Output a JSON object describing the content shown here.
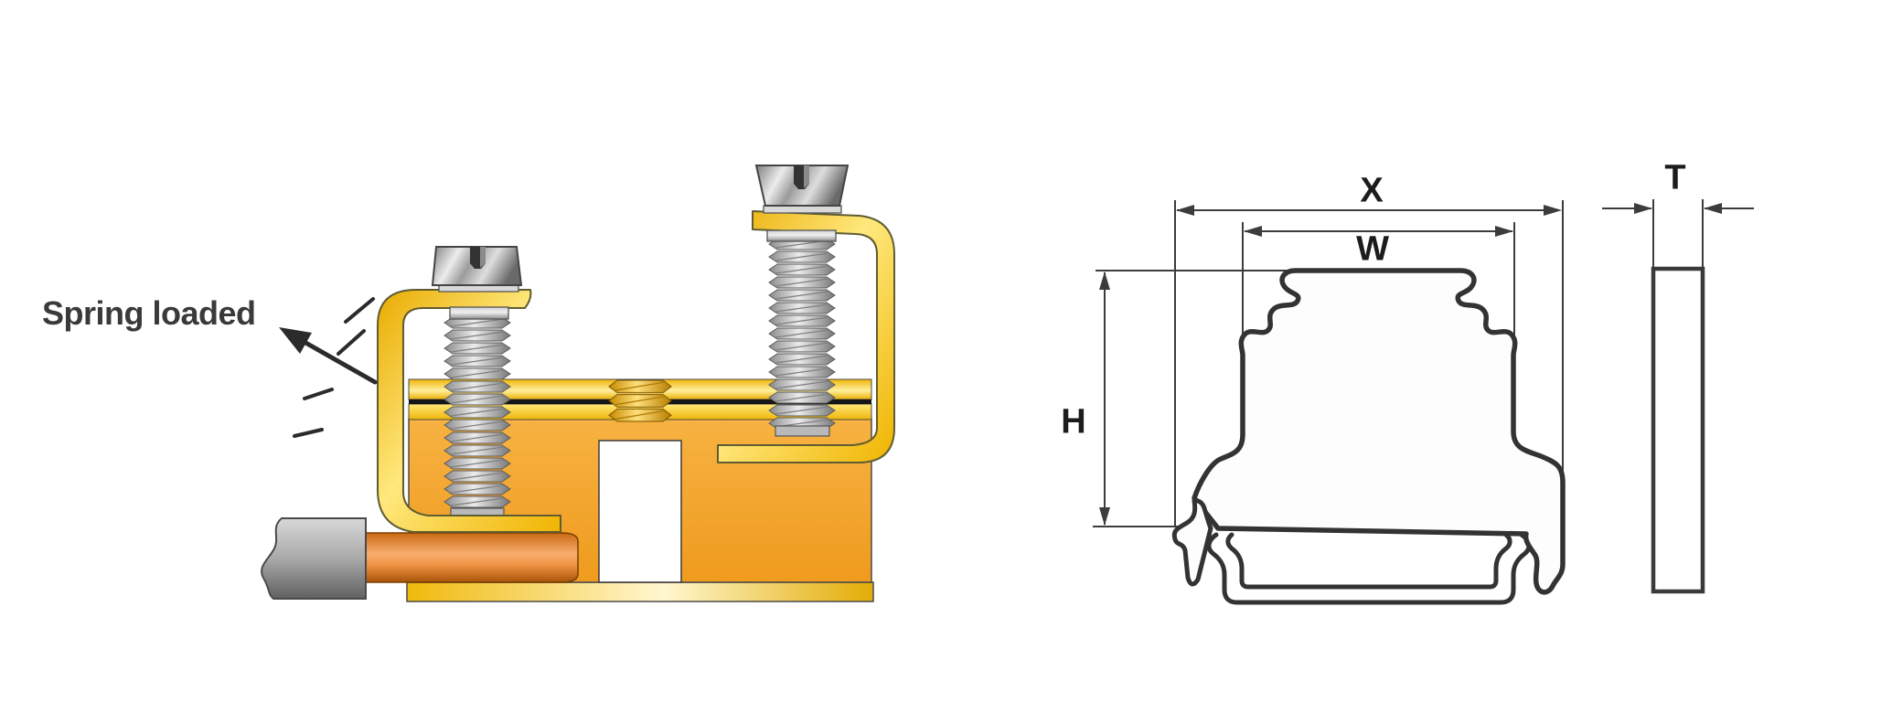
{
  "annotation": {
    "spring_loaded": "Spring loaded"
  },
  "dimensions": {
    "x": "X",
    "w": "W",
    "h": "H",
    "t": "T"
  },
  "figures": {
    "left_name": "spring-loaded screw terminal cutaway",
    "right_name": "terminal block cross-section dimension drawing"
  },
  "colors": {
    "spring_yellow": "#f7c515",
    "spring_highlight": "#ffe87d",
    "body_amber": "#f2a52e",
    "brass_strip": "#f6c21a",
    "copper_wire": "#ef9344",
    "cable_gray": "#9a9a9a",
    "screw_steel": "#b5b5b5",
    "outline_dark": "#3a3a3a",
    "background": "#ffffff"
  }
}
